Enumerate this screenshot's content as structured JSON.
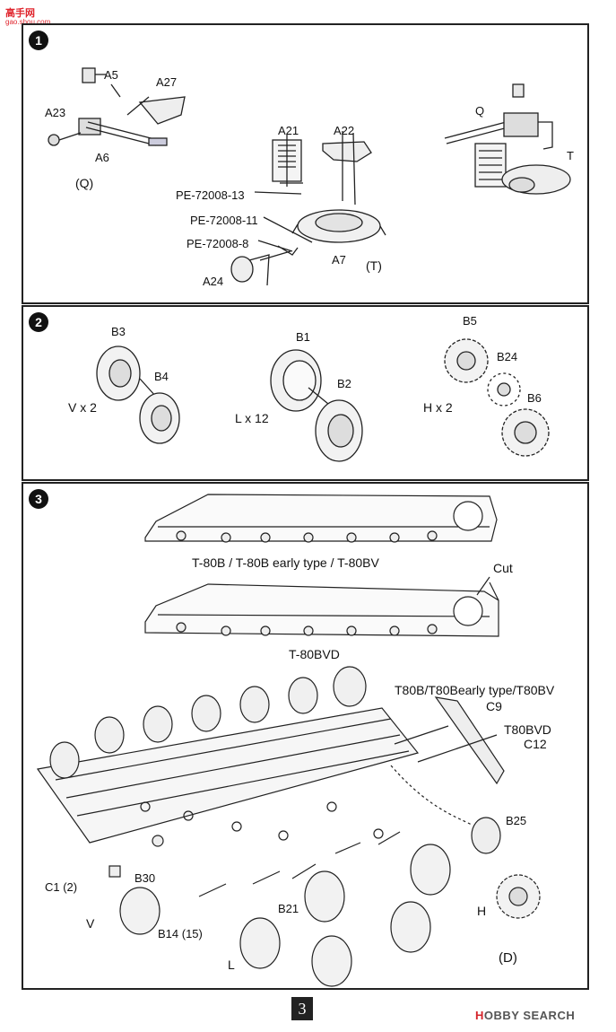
{
  "watermark_top": {
    "brand": "高手网",
    "sub": "gao.shou.com"
  },
  "step1": {
    "number": "1",
    "labels": {
      "a5": "A5",
      "a27": "A27",
      "a23": "A23",
      "a6": "A6",
      "q_paren": "(Q)",
      "a21": "A21",
      "a22": "A22",
      "pe13": "PE-72008-13",
      "pe11": "PE-72008-11",
      "pe8": "PE-72008-8",
      "a24": "A24",
      "a7": "A7",
      "t_paren": "(T)",
      "q": "Q",
      "t": "T"
    }
  },
  "step2": {
    "number": "2",
    "labels": {
      "b3": "B3",
      "b4": "B4",
      "vx2": "V x 2",
      "b1": "B1",
      "b2": "B2",
      "lx12": "L x 12",
      "b5": "B5",
      "b24": "B24",
      "b6": "B6",
      "hx2": "H x 2"
    }
  },
  "step3": {
    "number": "3",
    "labels": {
      "hull1_caption": "T-80B / T-80B  early type / T-80BV",
      "cut": "Cut",
      "hull2_caption": "T-80BVD",
      "t80b_variants": "T80B/T80Bearly type/T80BV",
      "c9": "C9",
      "t80bvd": "T80BVD",
      "c12": "C12",
      "b25": "B25",
      "c1": "C1 (2)",
      "b30": "B30",
      "v": "V",
      "b14": "B14 (15)",
      "b21": "B21",
      "l": "L",
      "h": "H",
      "d_paren": "(D)"
    }
  },
  "page_number": "3",
  "watermark_bottom": {
    "brand_red": "H",
    "brand": "OBBY SEARCH"
  }
}
